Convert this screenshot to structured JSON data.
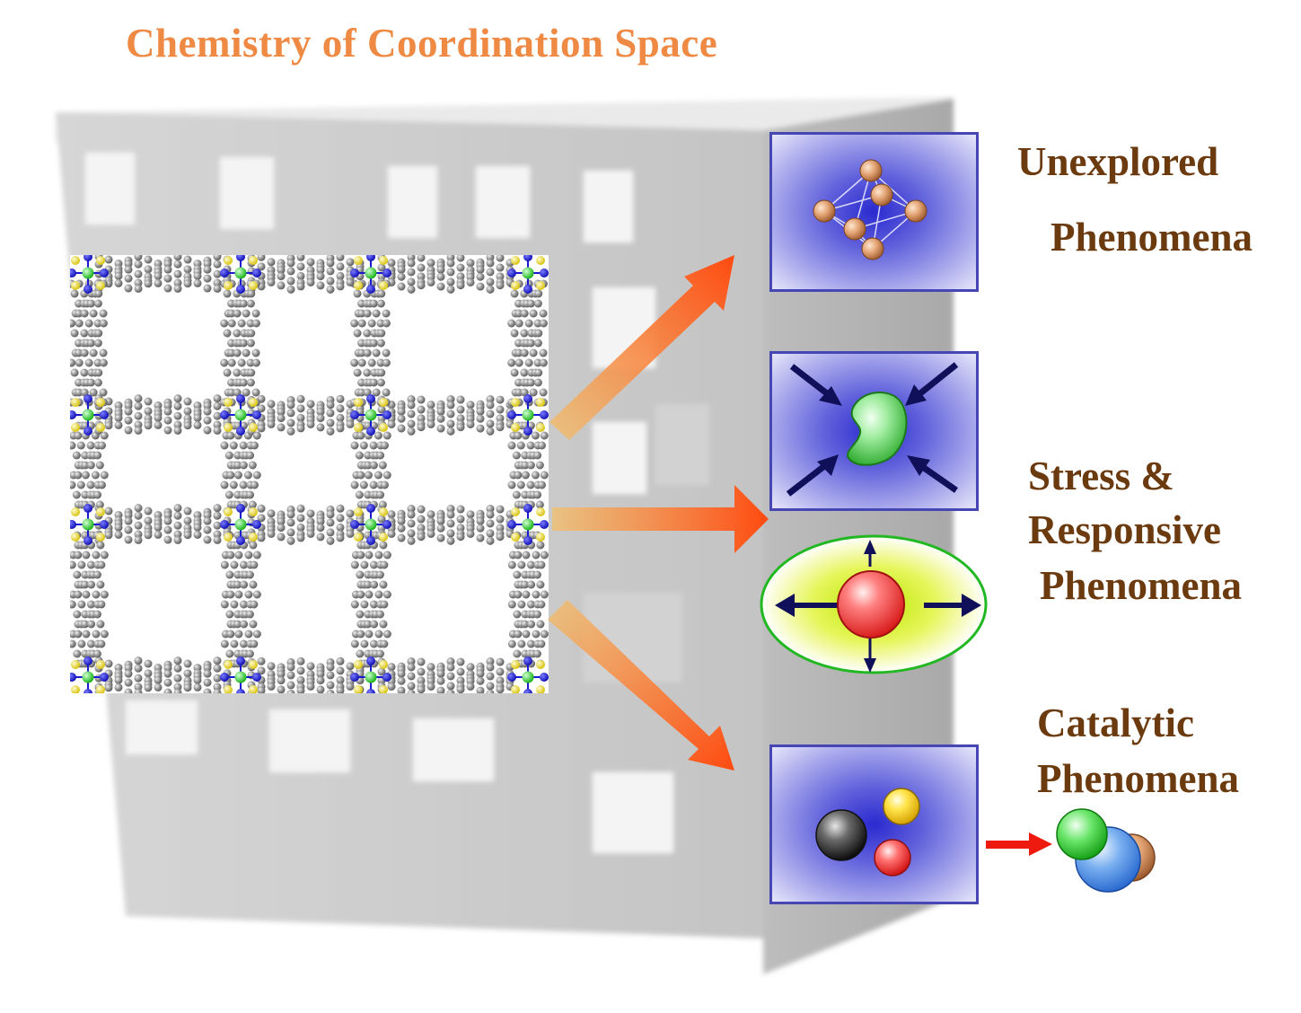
{
  "title": "Chemistry of Coordination Space",
  "labels": {
    "unexplored_line1": "Unexplored",
    "unexplored_line2": "Phenomena",
    "stress_line1": "Stress &",
    "stress_line2": "Responsive",
    "stress_line3": "Phenomena",
    "catalytic_line1": "Catalytic",
    "catalytic_line2": "Phenomena"
  },
  "colors": {
    "title": "#ee8a44",
    "label": "#6b3a0e",
    "arrow": "#ff4a10",
    "panel_border": "#4646b4",
    "panel_center": "#2a2ad0",
    "push_arrow": "#10105a"
  },
  "icons": {
    "framework": "coordination-framework-image",
    "cluster": "octahedral-cluster-icon",
    "compressed_molecule": "green-compressed-blob-icon",
    "expanding_sphere": "red-sphere-expanding-icon",
    "reactants": "three-spheres-icon",
    "product": "fused-spheres-product-icon"
  }
}
